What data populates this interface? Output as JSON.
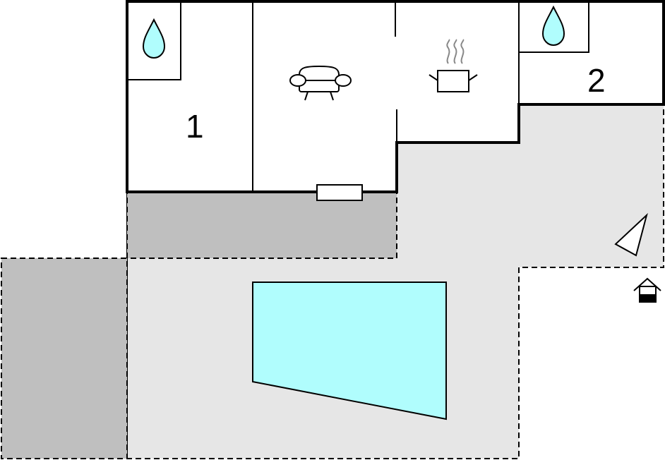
{
  "floorplan": {
    "rooms": [
      {
        "id": "bedroom-1",
        "label": "1"
      },
      {
        "id": "bedroom-2",
        "label": "2"
      }
    ],
    "icons": {
      "bathroom_1": "water-drop-icon",
      "bathroom_2": "water-drop-icon",
      "living_room": "sofa-icon",
      "kitchen": "cooking-pot-icon",
      "outdoor_entrance": "house-entrance-icon",
      "garden_marker": "triangle-marker-icon"
    },
    "colors": {
      "wall": "#000000",
      "interior": "#ffffff",
      "terrace": "#e6e6e6",
      "covered_terrace": "#bfbfbf",
      "pool": "#b0fdfd",
      "water_drop": "#b0fdfd"
    }
  }
}
